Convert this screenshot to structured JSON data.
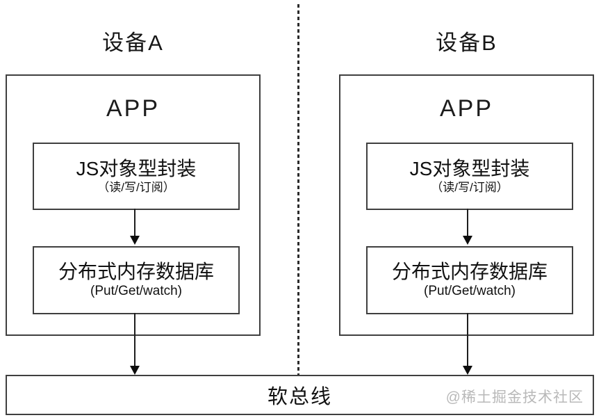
{
  "diagram": {
    "devices": [
      {
        "title": "设备A",
        "app_label": "APP",
        "js_box": {
          "title": "JS对象型封装",
          "subtitle": "（读/写/订阅）"
        },
        "db_box": {
          "title": "分布式内存数据库",
          "subtitle": "(Put/Get/watch)"
        }
      },
      {
        "title": "设备B",
        "app_label": "APP",
        "js_box": {
          "title": "JS对象型封装",
          "subtitle": "（读/写/订阅）"
        },
        "db_box": {
          "title": "分布式内存数据库",
          "subtitle": "(Put/Get/watch)"
        }
      }
    ],
    "bus_label": "软总线",
    "watermark": "@稀土掘金技术社区",
    "colors": {
      "line": "#3f3f3f",
      "text": "#161616",
      "watermark": "#b9b9b9",
      "background": "#ffffff"
    }
  }
}
